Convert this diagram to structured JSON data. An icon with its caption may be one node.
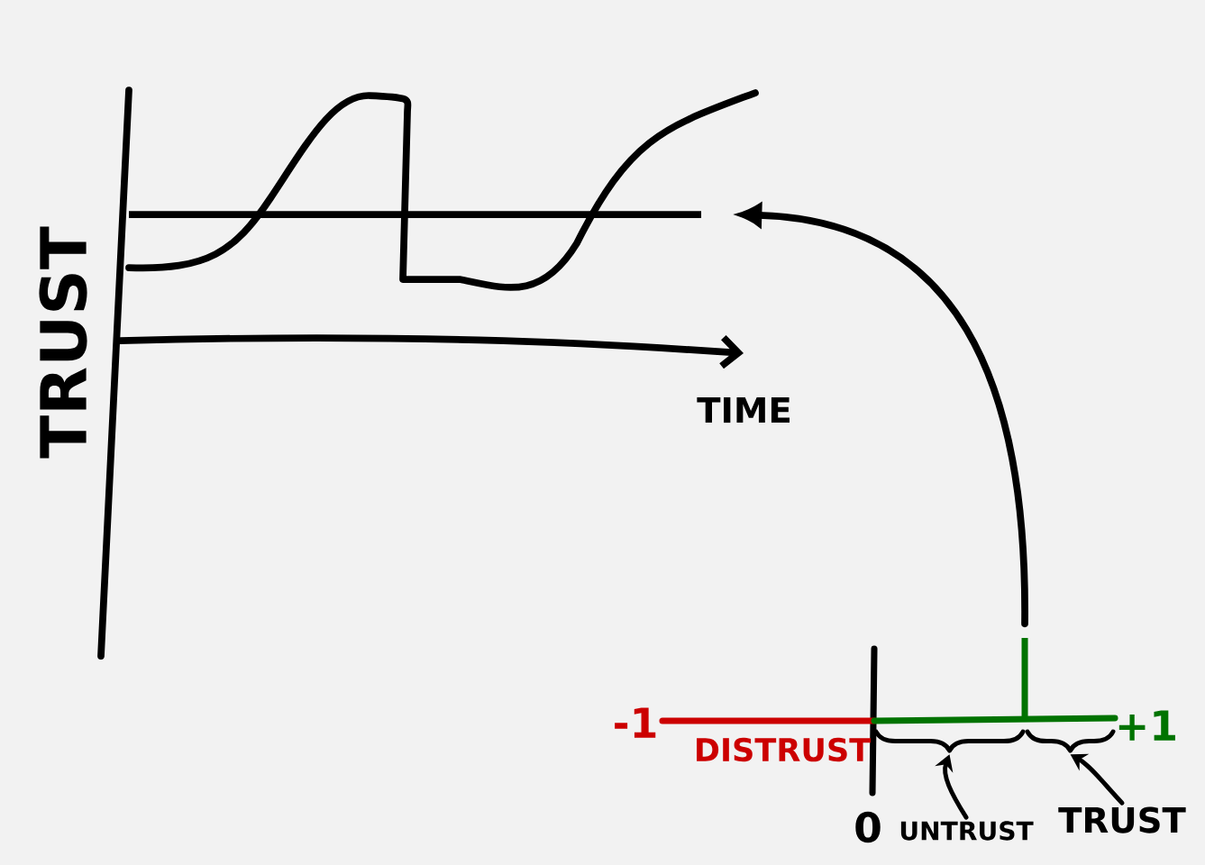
{
  "diagram": {
    "nodes": [
      {
        "text": [],
        "shape": "line"
      },
      {
        "text": [],
        "shape": "line"
      },
      {
        "text": [
          "UNTRUST"
        ]
      },
      {
        "text": [],
        "shape": "brace"
      },
      {
        "text": [
          "TRUST"
        ]
      },
      {
        "text": [],
        "shape": "brace"
      }
    ],
    "edges": [
      {
        "from": 1,
        "to": 0,
        "arrow": "to"
      },
      {
        "from": 2,
        "to": 3,
        "arrow": "to"
      },
      {
        "from": 4,
        "to": 5,
        "arrow": "to"
      }
    ],
    "labels": [
      "TRUST",
      "TIME",
      "-1",
      "DISTRUST",
      "0",
      "+1"
    ]
  }
}
